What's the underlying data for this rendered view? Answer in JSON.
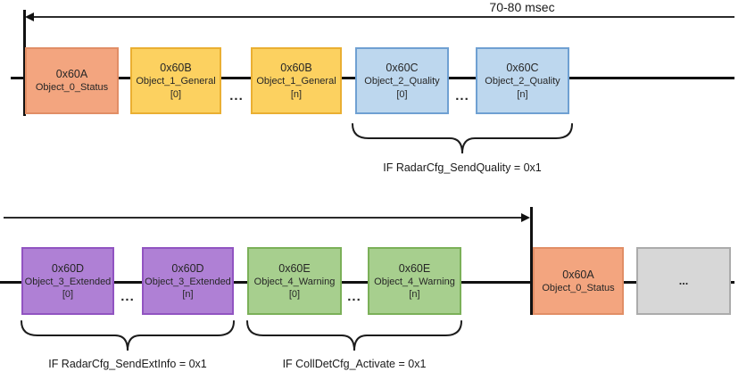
{
  "diagram": {
    "cycle_label": "70-80 msec",
    "ellipsis": "...",
    "top": {
      "boxes": [
        {
          "id": "0x60A",
          "label": "Object_0_Status",
          "index": ""
        },
        {
          "id": "0x60B",
          "label": "Object_1_General",
          "index": "[0]"
        },
        {
          "id": "0x60B",
          "label": "Object_1_General",
          "index": "[n]"
        },
        {
          "id": "0x60C",
          "label": "Object_2_Quality",
          "index": "[0]"
        },
        {
          "id": "0x60C",
          "label": "Object_2_Quality",
          "index": "[n]"
        }
      ],
      "brace_caption": "IF RadarCfg_SendQuality = 0x1"
    },
    "bottom": {
      "boxes": [
        {
          "id": "0x60D",
          "label": "Object_3_Extended",
          "index": "[0]"
        },
        {
          "id": "0x60D",
          "label": "Object_3_Extended",
          "index": "[n]"
        },
        {
          "id": "0x60E",
          "label": "Object_4_Warning",
          "index": "[0]"
        },
        {
          "id": "0x60E",
          "label": "Object_4_Warning",
          "index": "[n]"
        },
        {
          "id": "0x60A",
          "label": "Object_0_Status",
          "index": ""
        }
      ],
      "continuation_box": "...",
      "brace_caption_left": "IF RadarCfg_SendExtInfo = 0x1",
      "brace_caption_right": "IF CollDetCfg_Activate = 0x1"
    }
  },
  "colors": {
    "status": "#F3A57F",
    "status-b": "#E18E66",
    "general": "#FCD160",
    "general-b": "#EAAF32",
    "quality": "#BDD7EE",
    "quality-b": "#6FA0D2",
    "extended": "#AF80D5",
    "extended-b": "#9154C1",
    "warning": "#A7CF8E",
    "warning-b": "#7BB058",
    "cont": "#D7D7D7",
    "cont-b": "#ABABAB"
  }
}
